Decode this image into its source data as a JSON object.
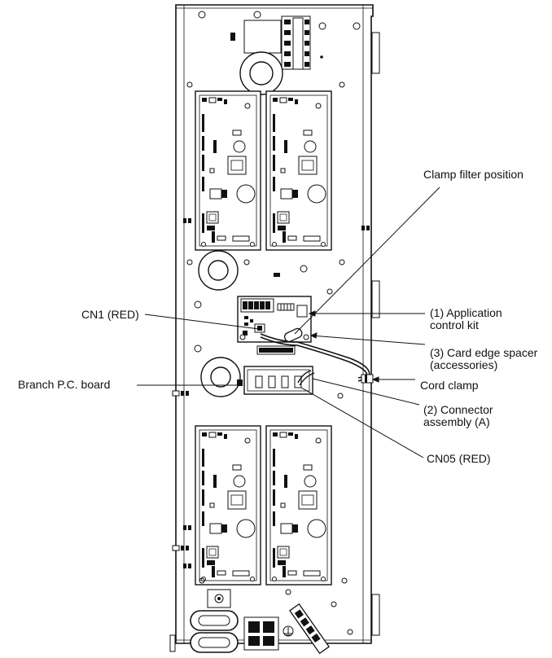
{
  "labels": {
    "clamp_filter": "Clamp filter position",
    "cn1": "CN1 (RED)",
    "app_kit_line1": "(1) Application",
    "app_kit_line2": "control kit",
    "spacer_line1": "(3) Card edge spacer",
    "spacer_line2": "(accessories)",
    "branch_board": "Branch P.C. board",
    "cord_clamp": "Cord clamp",
    "connector_line1": "(2) Connector",
    "connector_line2": "assembly (A)",
    "cn05": "CN05 (RED)"
  },
  "colors": {
    "line": "#111111",
    "panel_fill": "#ffffff",
    "dark": "#222222"
  }
}
